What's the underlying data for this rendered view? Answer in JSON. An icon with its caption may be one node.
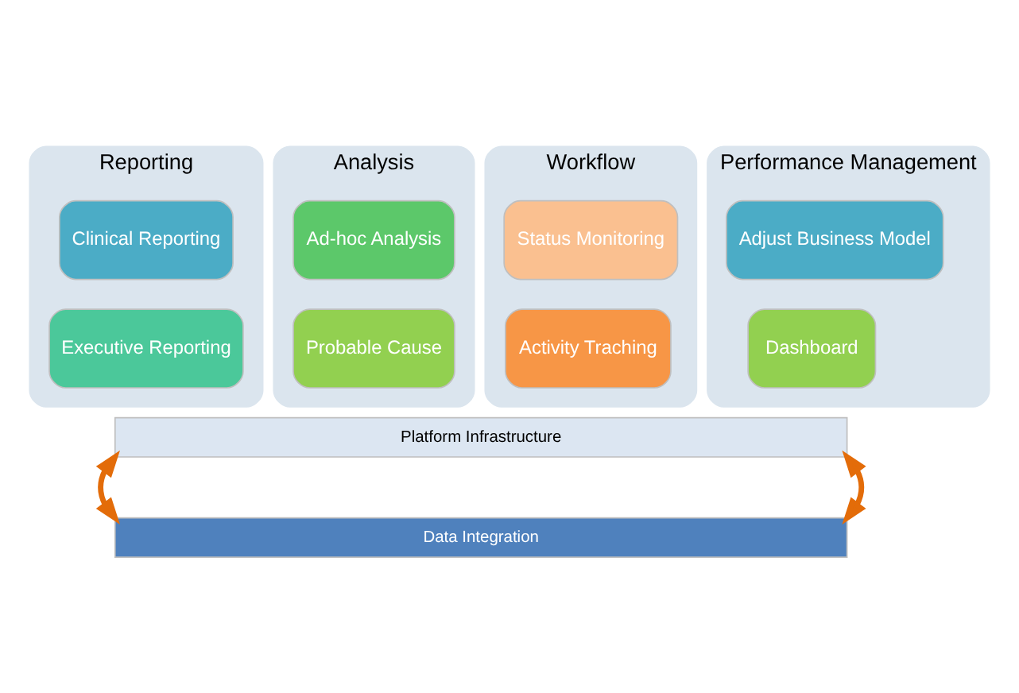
{
  "diagram": {
    "nodes": [
      {
        "text": [
          "Reporting"
        ]
      },
      {
        "text": [
          "Clinical Reporting"
        ],
        "in": 0
      },
      {
        "text": [
          "Executive Reporting"
        ],
        "in": 0
      },
      {
        "text": [
          "Analysis"
        ]
      },
      {
        "text": [
          "Ad-hoc Analysis"
        ],
        "in": 3
      },
      {
        "text": [
          "Probable Cause"
        ],
        "in": 3
      },
      {
        "text": [
          "Workflow"
        ]
      },
      {
        "text": [
          "Status Monitoring"
        ],
        "in": 6
      },
      {
        "text": [
          "Activity Traching"
        ],
        "in": 6
      },
      {
        "text": [
          "Performance Management"
        ]
      },
      {
        "text": [
          "Adjust Business Model"
        ],
        "in": 9
      },
      {
        "text": [
          "Dashboard"
        ],
        "in": 9
      },
      {
        "text": [
          "Platform Infrastructure"
        ]
      },
      {
        "text": [
          "Data Integration"
        ]
      }
    ],
    "edges": [
      {
        "from": 12,
        "to": 13,
        "arrow": "both",
        "color": "#e36c09"
      },
      {
        "from": 12,
        "to": 13,
        "arrow": "both",
        "color": "#e36c09"
      }
    ]
  }
}
